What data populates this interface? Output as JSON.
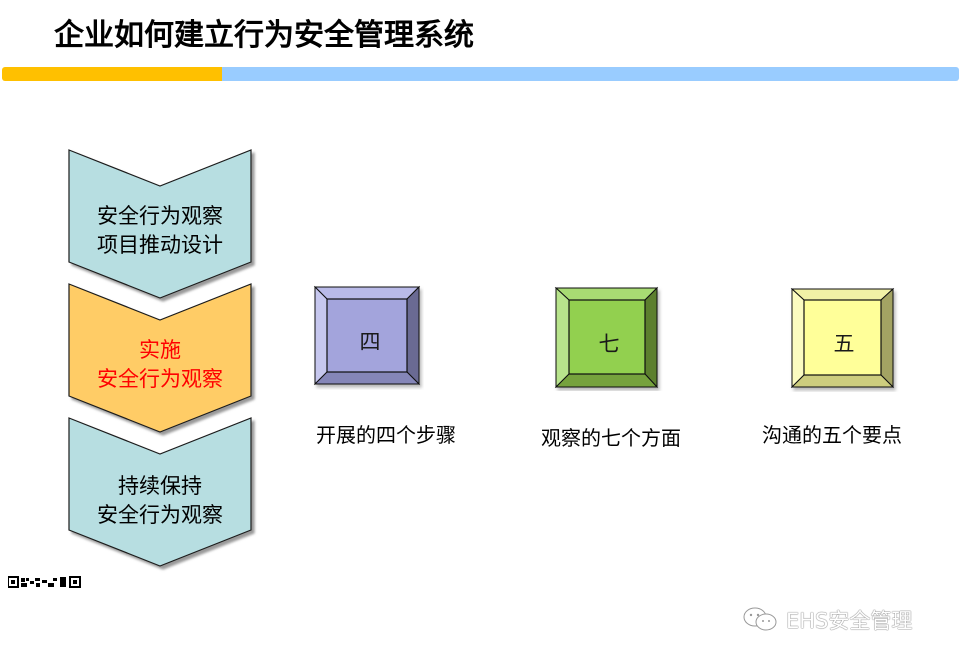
{
  "slide": {
    "title": "企业如何建立行为安全管理系统",
    "accent_bar": {
      "left_color": "#FFC000",
      "right_color": "#99CCFF"
    }
  },
  "process_steps": [
    {
      "line1": "安全行为观察",
      "line2": "项目推动设计",
      "fill": "#B7DEE1",
      "text_color": "#000000"
    },
    {
      "line1": "实施",
      "line2": "安全行为观察",
      "fill": "#FFCC66",
      "text_color": "#FF0000"
    },
    {
      "line1": "持续保持",
      "line2": "安全行为观察",
      "fill": "#B7DEE1",
      "text_color": "#000000"
    }
  ],
  "key_points": [
    {
      "glyph": "四",
      "label": "开展的四个步骤",
      "face": "#A3A4DC",
      "top": "#B9BAE8",
      "left": "#C6C7EE",
      "right": "#6A6B93",
      "bottom": "#8586B8"
    },
    {
      "glyph": "七",
      "label": "观察的七个方面",
      "face": "#92D050",
      "top": "#A8DB73",
      "left": "#B8E48C",
      "right": "#5B7F2F",
      "bottom": "#76A23E"
    },
    {
      "glyph": "五",
      "label": "沟通的五个要点",
      "face": "#FFFF99",
      "top": "#F1F1A6",
      "left": "#FBFBC0",
      "right": "#A3A363",
      "bottom": "#CDCD7E"
    }
  ],
  "watermark": {
    "icon": "wechat-icon",
    "text": "EHS安全管理"
  }
}
